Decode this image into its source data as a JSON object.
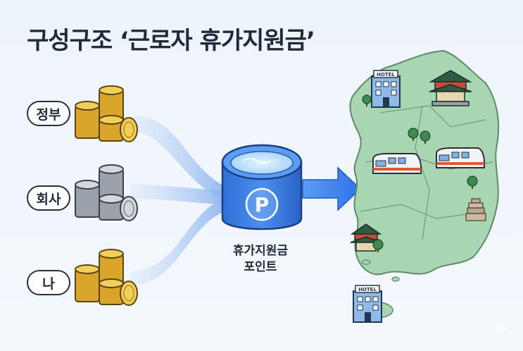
{
  "title": "구성구조 ‘근로자 휴가지원금’",
  "sources": [
    {
      "label": "정부",
      "coin": "gold"
    },
    {
      "label": "회사",
      "coin": "silver"
    },
    {
      "label": "나",
      "coin": "gold"
    }
  ],
  "pool": {
    "symbol": "P",
    "label_line1": "휴가지원금",
    "label_line2": "포인트"
  },
  "hotel_signs": [
    "HOTEL",
    "HOTEL"
  ],
  "colors": {
    "gold": "#e7b93a",
    "silver": "#a9b0ba",
    "pool_blue": "#3b7fe0",
    "arrow_blue": "#3a7ff0",
    "map_green": "#a9d6b2"
  }
}
